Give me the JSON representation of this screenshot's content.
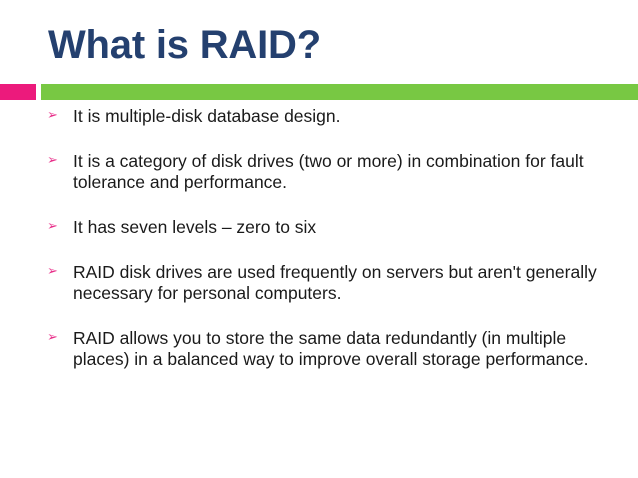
{
  "slide": {
    "title": "What is RAID?",
    "accent": {
      "pink_color": "#EC1A7C",
      "green_color": "#78C843",
      "title_color": "#24406F",
      "bullet_color": "#E8308A",
      "body_color": "#1A1A1A"
    },
    "bullet_glyph": "➢",
    "bullets": [
      {
        "text": "It is multiple-disk database design."
      },
      {
        "text": "It is a category of disk drives (two or more) in combination for fault      tolerance and performance."
      },
      {
        "text": "It has seven levels – zero to six"
      },
      {
        "text": "RAID disk drives are used frequently on servers but aren't generally necessary for personal computers."
      },
      {
        "text": "RAID allows you to store the same data redundantly (in multiple places) in a balanced way to improve overall storage performance."
      }
    ]
  }
}
